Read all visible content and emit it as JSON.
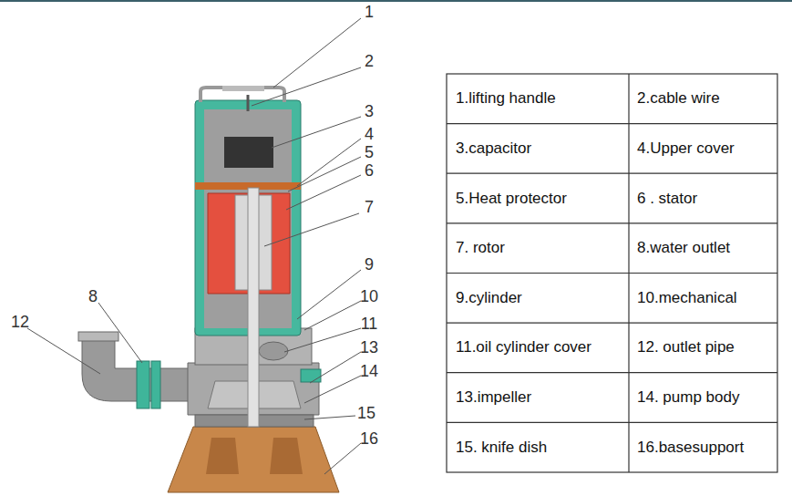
{
  "diagram": {
    "labels": [
      "1",
      "2",
      "3",
      "4",
      "5",
      "6",
      "7",
      "9",
      "8",
      "12",
      "10",
      "11",
      "13",
      "14",
      "15",
      "16",
      "1.lifting handle",
      "2.cable wire",
      "3.capacitor",
      "4.Upper cover",
      "5.Heat protector",
      "6 . stator",
      "7. rotor",
      "8.water outlet",
      "9.cylinder",
      "10.mechanical",
      "11.oil cylinder cover",
      "12. outlet pipe",
      "13.impeller",
      "14. pump body",
      "15. knife dish",
      "16.basesupport"
    ]
  }
}
